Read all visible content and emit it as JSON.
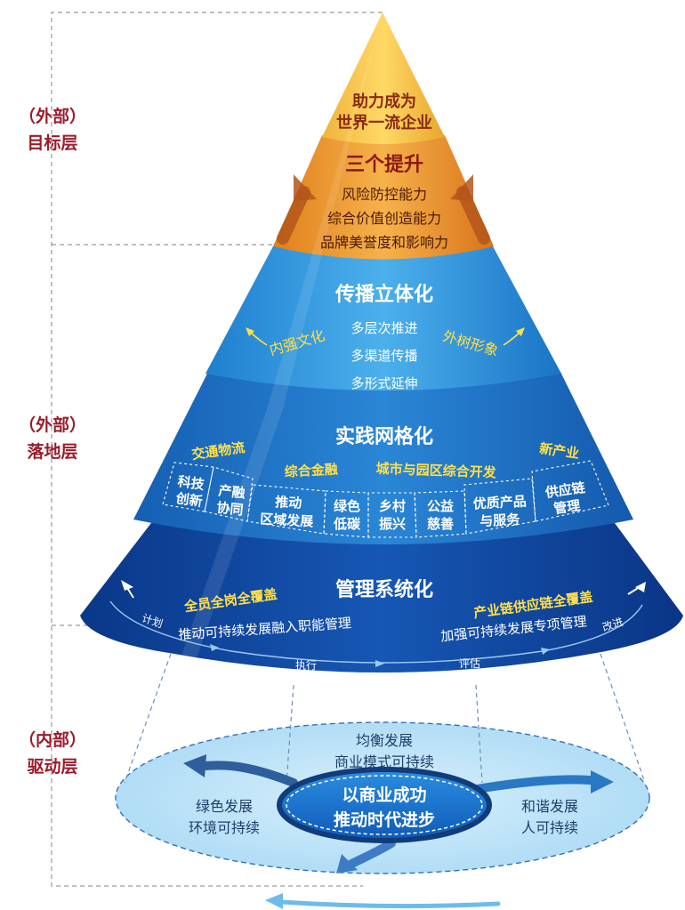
{
  "layers": {
    "target": {
      "label_top": "（外部）",
      "label_bottom": "目标层"
    },
    "landing": {
      "label_top": "（外部）",
      "label_bottom": "落地层"
    },
    "driver": {
      "label_top": "（内部）",
      "label_bottom": "驱动层"
    }
  },
  "apex": {
    "line1": "助力成为",
    "line2": "世界一流企业"
  },
  "tier_orange": {
    "title": "三个提升",
    "items": [
      "风险防控能力",
      "综合价值创造能力",
      "品牌美誉度和影响力"
    ]
  },
  "tier_light_blue": {
    "title": "传播立体化",
    "left": "内强文化",
    "right": "外树形象",
    "items": [
      "多层次推进",
      "多渠道传播",
      "多形式延伸"
    ]
  },
  "tier_mid_blue": {
    "title": "实践网格化",
    "groups": [
      "交通物流",
      "综合金融",
      "城市与园区综合开发",
      "新产业"
    ],
    "cells": [
      {
        "l1": "科技",
        "l2": "创新"
      },
      {
        "l1": "产融",
        "l2": "协同"
      },
      {
        "l1": "推动",
        "l2": "区域发展"
      },
      {
        "l1": "绿色",
        "l2": "低碳"
      },
      {
        "l1": "乡村",
        "l2": "振兴"
      },
      {
        "l1": "公益",
        "l2": "慈善"
      },
      {
        "l1": "优质产品",
        "l2": "与服务"
      },
      {
        "l1": "供应链",
        "l2": "管理"
      }
    ]
  },
  "tier_dark_blue": {
    "title": "管理系统化",
    "left_head": "全员全岗全覆盖",
    "left_sub": "推动可持续发展融入职能管理",
    "right_head": "产业链供应链全覆盖",
    "right_sub": "加强可持续发展专项管理",
    "cycle": [
      "计划",
      "执行",
      "评估",
      "改进"
    ]
  },
  "base": {
    "center_line1": "以商业成功",
    "center_line2": "推动时代进步",
    "top_line1": "均衡发展",
    "top_line2": "商业模式可持续",
    "left_line1": "绿色发展",
    "left_line2": "环境可持续",
    "right_line1": "和谐发展",
    "right_line2": "人可持续"
  },
  "colors": {
    "label_red": "#9b1c2c",
    "gold": "#f5c84a",
    "orange": "#ef9a2e",
    "light_blue": "#3f9fe0",
    "mid_blue": "#1f73c4",
    "dark_blue": "#0d3f97",
    "yellow_text": "#ffe04a",
    "base_blue": "#bfe4f8"
  }
}
